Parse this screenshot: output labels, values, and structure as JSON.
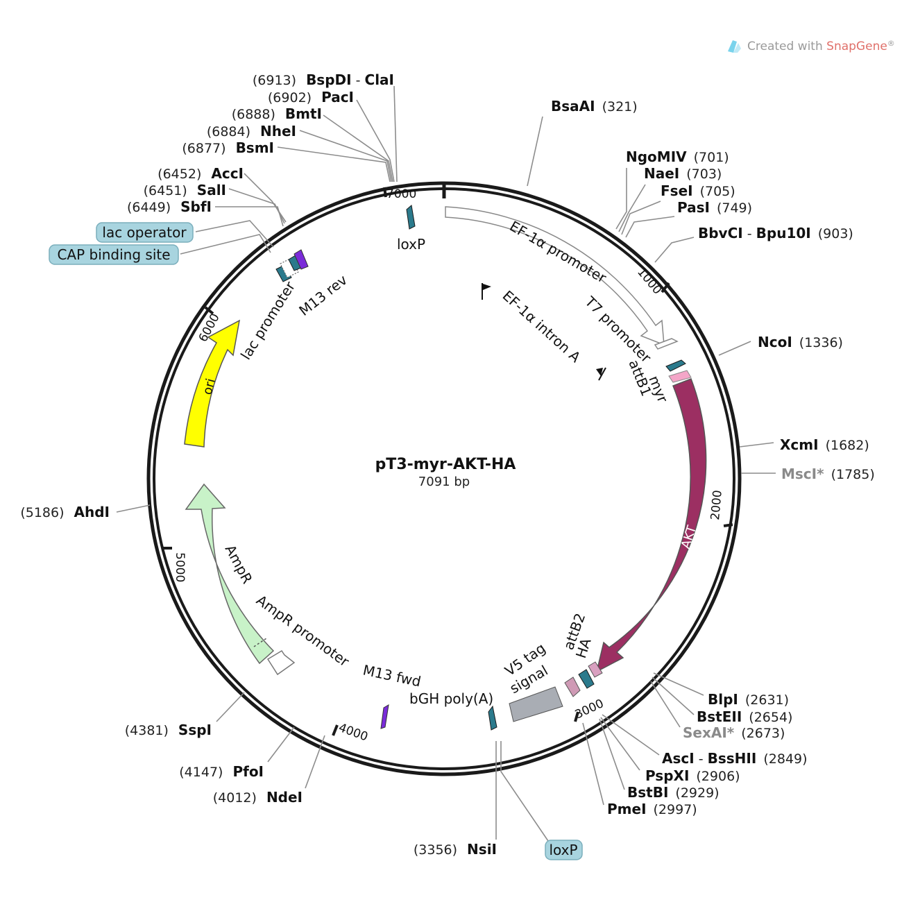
{
  "plasmid": {
    "name": "pT3-myr-AKT-HA",
    "length": "7091 bp"
  },
  "branding": {
    "text_pre": "Created with ",
    "text_brand": "SnapGene",
    "mark": "®",
    "logo_icon": "snapgene-logo-icon"
  },
  "colors": {
    "AKT": "#9c2f62",
    "ori": "#ffff00",
    "AmpR": "#c8f2c8",
    "loxP": "#2b7a8c",
    "bGH": "#a9adb4",
    "HA": "#d9a0c0",
    "V5": "#cf9ab5",
    "myr": "#f4a6c8",
    "M13": "#7a2bd9"
  },
  "ticks": [
    "1000",
    "2000",
    "3000",
    "4000",
    "5000",
    "6000",
    "7000"
  ],
  "sites": [
    {
      "pos": "(321)",
      "name": "BsaAI"
    },
    {
      "pos": "(701)",
      "name": "NgoMIV"
    },
    {
      "pos": "(703)",
      "name": "NaeI"
    },
    {
      "pos": "(705)",
      "name": "FseI"
    },
    {
      "pos": "(749)",
      "name": "PasI"
    },
    {
      "pos": "(903)",
      "name": "BbvCI",
      "sep": " - ",
      "name2": "Bpu10I"
    },
    {
      "pos": "(1336)",
      "name": "NcoI"
    },
    {
      "pos": "(1682)",
      "name": "XcmI"
    },
    {
      "pos": "(1785)",
      "name": "MscI*"
    },
    {
      "pos": "(2631)",
      "name": "BlpI"
    },
    {
      "pos": "(2654)",
      "name": "BstEII"
    },
    {
      "pos": "(2673)",
      "name": "SexAI*"
    },
    {
      "pos": "(2849)",
      "name": "AscI",
      "sep": " - ",
      "name2": "BssHII"
    },
    {
      "pos": "(2906)",
      "name": "PspXI"
    },
    {
      "pos": "(2929)",
      "name": "BstBI"
    },
    {
      "pos": "(2997)",
      "name": "PmeI"
    },
    {
      "pos": "(3356)",
      "name": "NsiI"
    },
    {
      "pos": "(4012)",
      "name": "NdeI"
    },
    {
      "pos": "(4147)",
      "name": "PfoI"
    },
    {
      "pos": "(4381)",
      "name": "SspI"
    },
    {
      "pos": "(5186)",
      "name": "AhdI"
    },
    {
      "pos": "(6449)",
      "name": "SbfI"
    },
    {
      "pos": "(6451)",
      "name": "SalI"
    },
    {
      "pos": "(6452)",
      "name": "AccI"
    },
    {
      "pos": "(6877)",
      "name": "BsmI"
    },
    {
      "pos": "(6884)",
      "name": "NheI"
    },
    {
      "pos": "(6888)",
      "name": "BmtI"
    },
    {
      "pos": "(6902)",
      "name": "PacI"
    },
    {
      "pos": "(6913)",
      "name": "BspDI",
      "sep": " - ",
      "name2": "ClaI"
    }
  ],
  "boxed_labels": [
    "lac operator",
    "CAP binding site",
    "loxP"
  ],
  "features": {
    "loxP": "loxP",
    "ef1a_promoter": "EF-1α promoter",
    "ef1a_intron": "EF-1α intron A",
    "t7_promoter": "T7 promoter",
    "myr": "myr",
    "attB1": "attB1",
    "akt": "AKT",
    "attB2": "attB2",
    "ha": "HA",
    "v5_tag": "V5 tag",
    "signal": "signal",
    "bgh": "bGH poly(A)",
    "m13_fwd": "M13 fwd",
    "ampr_promoter": "AmpR promoter",
    "ampr": "AmpR",
    "ori": "ori",
    "lac_promoter": "lac promoter",
    "m13_rev": "M13 rev"
  }
}
